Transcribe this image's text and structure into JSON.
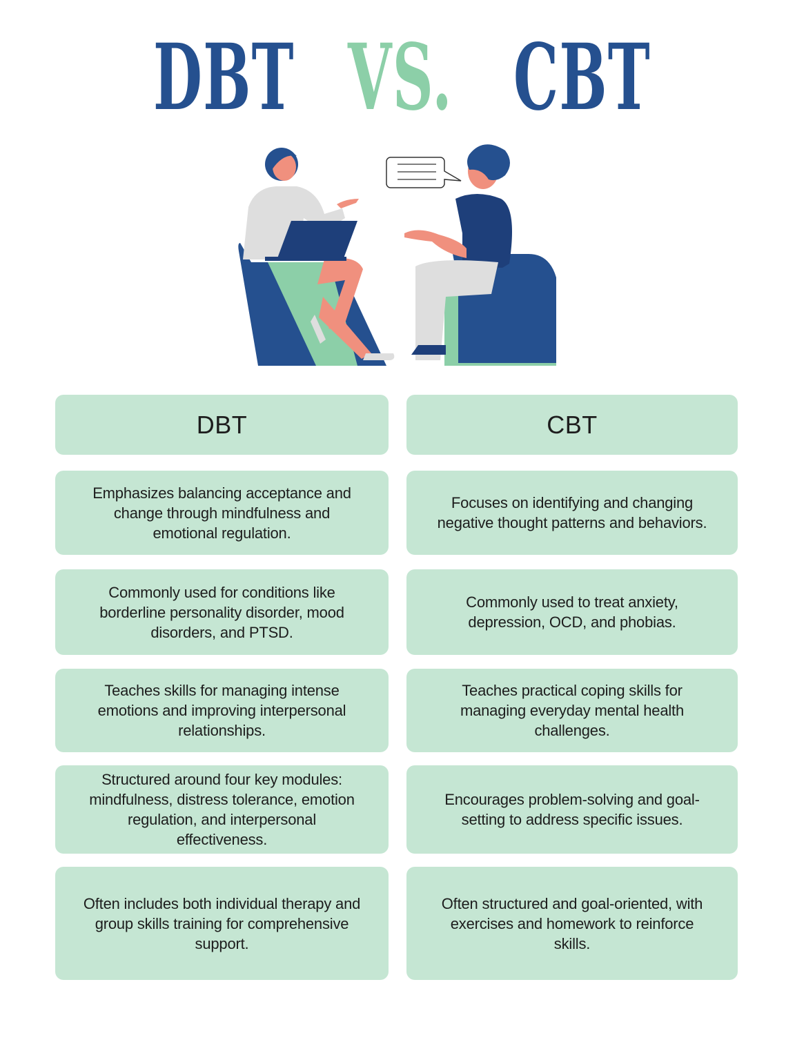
{
  "title": {
    "left": "DBT",
    "middle": "VS.",
    "right": "CBT",
    "colors": {
      "primary": "#25508f",
      "accent": "#8ccfa8"
    }
  },
  "illustration": {
    "description": "therapist with laptop talking to patient, speech bubble",
    "colors": {
      "navy": "#25508f",
      "skin": "#f0907e",
      "mint": "#8ccfa8",
      "grey": "#dedede"
    }
  },
  "table": {
    "box_color": "#c5e6d3",
    "columns": [
      {
        "header": "DBT",
        "rows": [
          "Emphasizes balancing acceptance and change through mindfulness and emotional regulation.",
          "Commonly used for conditions like borderline personality disorder, mood disorders, and PTSD.",
          "Teaches skills for managing intense emotions and improving interpersonal relationships.",
          "Structured around four key modules: mindfulness, distress tolerance, emotion regulation, and interpersonal effectiveness.",
          "Often includes both individual therapy and group skills training for comprehensive support."
        ]
      },
      {
        "header": "CBT",
        "rows": [
          "Focuses on identifying and changing negative thought patterns and behaviors.",
          "Commonly used to treat anxiety, depression, OCD, and phobias.",
          "Teaches practical coping skills for managing everyday mental health challenges.",
          "Encourages problem-solving and goal-setting to address specific issues.",
          "Often structured and goal-oriented, with exercises and homework to reinforce skills."
        ]
      }
    ]
  }
}
